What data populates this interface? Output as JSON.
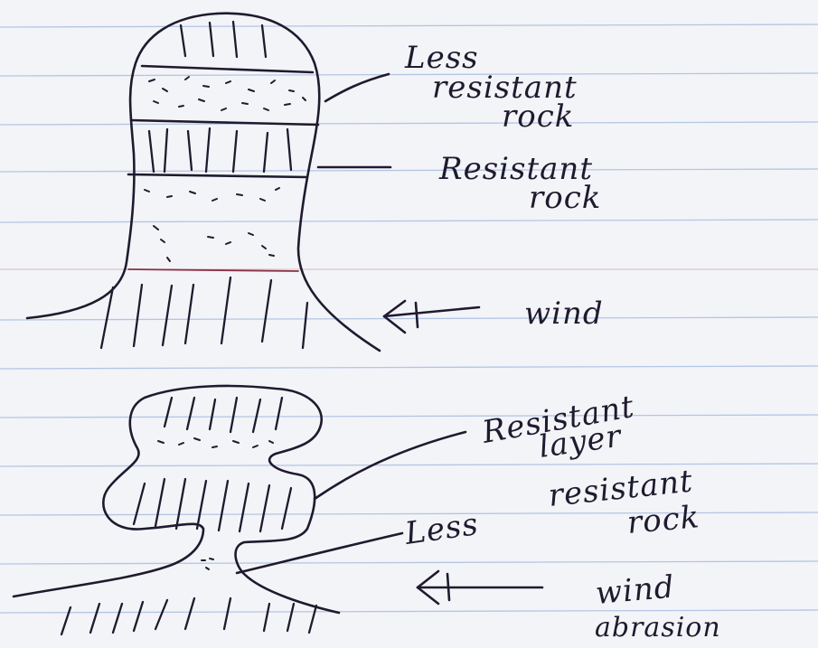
{
  "sheet": {
    "ink_color": "#1f1a2e",
    "rule_color": "#a9bde0",
    "margin_rule_color": "#c98e9b",
    "paper_color": "#f3f4f8"
  },
  "diagram_top": {
    "labels": {
      "less_resistant_line1": "Less",
      "less_resistant_line2": "resistant",
      "less_resistant_line3": "rock",
      "resistant_line1": "Resistant",
      "resistant_line2": "rock",
      "wind": "wind"
    }
  },
  "diagram_bottom": {
    "labels": {
      "resistant_line1": "Resistant",
      "resistant_line2": "layer",
      "less_resistant_line1": "Less",
      "less_resistant_line2": "resistant",
      "less_resistant_line3": "rock",
      "wind_line1": "wind",
      "wind_line2": "abrasion"
    }
  }
}
